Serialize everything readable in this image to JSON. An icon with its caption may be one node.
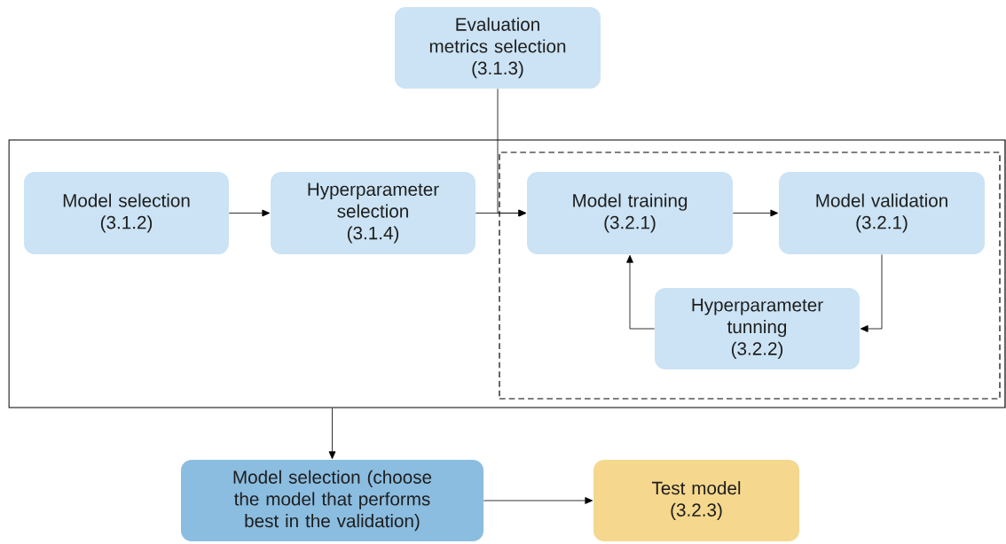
{
  "diagram": {
    "nodes": [
      {
        "text": [
          "Evaluation metrics selection",
          "(3.1.3)"
        ]
      },
      {
        "text": [],
        "shape": "box"
      },
      {
        "text": [
          "Model selection",
          "(3.1.2)"
        ],
        "in": 1
      },
      {
        "text": [
          "Hyperparameter selection",
          "(3.1.4)"
        ],
        "in": 1
      },
      {
        "text": [],
        "shape": "box",
        "in": 1
      },
      {
        "text": [
          "Model training",
          "(3.2.1)"
        ],
        "in": 4
      },
      {
        "text": [
          "Model validation",
          "(3.2.1)"
        ],
        "in": 4
      },
      {
        "text": [
          "Hyperparameter tunning",
          "(3.2.2)"
        ],
        "in": 4
      },
      {
        "text": [
          "Model selection (choose the model that performs best in the validation)"
        ]
      },
      {
        "text": [
          "Test model",
          "(3.2.3)"
        ]
      }
    ],
    "edges": [
      {
        "from": 2,
        "to": 3,
        "arrow": "to"
      },
      {
        "from": 3,
        "to": 5,
        "arrow": "to"
      },
      {
        "from": 0,
        "to": 5,
        "arrow": "to"
      },
      {
        "from": 5,
        "to": 6,
        "arrow": "to"
      },
      {
        "from": 6,
        "to": 7,
        "arrow": "to"
      },
      {
        "from": 7,
        "to": 5,
        "arrow": "to"
      },
      {
        "from": 1,
        "to": 8,
        "arrow": "to"
      },
      {
        "from": 8,
        "to": 9,
        "arrow": "to"
      }
    ]
  }
}
